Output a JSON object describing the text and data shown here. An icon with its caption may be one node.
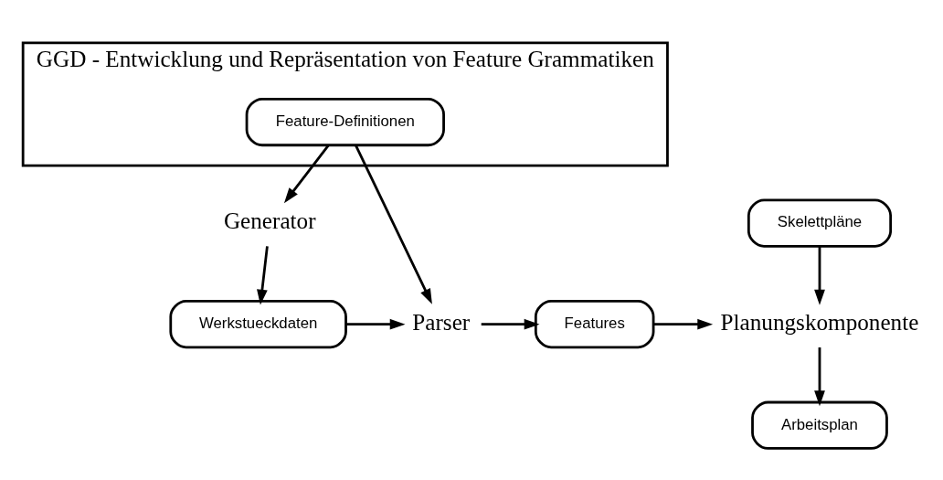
{
  "diagram": {
    "nodes": [
      {
        "text": [
          "GGD - Entwicklung und Repräsentation von Feature Grammatiken"
        ]
      },
      {
        "text": [
          "Feature-Definitionen"
        ],
        "in": 0
      },
      {
        "text": [
          "Generator"
        ]
      },
      {
        "text": [
          "Werkstueckdaten"
        ]
      },
      {
        "text": [
          "Parser"
        ]
      },
      {
        "text": [
          "Features"
        ]
      },
      {
        "text": [
          "Skelettpläne"
        ]
      },
      {
        "text": [
          "Planungskomponente"
        ]
      },
      {
        "text": [
          "Arbeitsplan"
        ]
      }
    ],
    "edges": [
      {
        "from": 1,
        "to": 2,
        "arrow": "to"
      },
      {
        "from": 2,
        "to": 3,
        "arrow": "to"
      },
      {
        "from": 1,
        "to": 4,
        "arrow": "to"
      },
      {
        "from": 3,
        "to": 4,
        "arrow": "to"
      },
      {
        "from": 4,
        "to": 5,
        "arrow": "to"
      },
      {
        "from": 5,
        "to": 7,
        "arrow": "to"
      },
      {
        "from": 6,
        "to": 7,
        "arrow": "to"
      },
      {
        "from": 7,
        "to": 8,
        "arrow": "to"
      }
    ]
  }
}
